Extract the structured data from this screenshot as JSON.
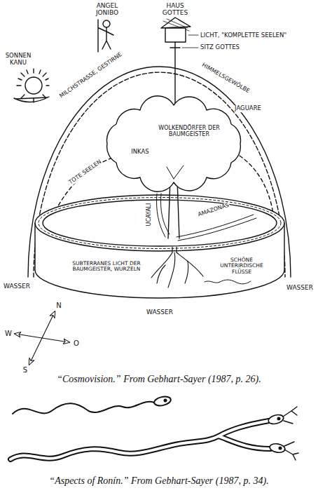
{
  "diagram": {
    "labels": [
      "ANGEL JONIBO",
      "HAUS GOTTES",
      "LICHT, \"KOMPLETTE SEELEN\"",
      "SITZ GOTTES",
      "SONNEN KANU",
      "MILCHSTRASSE, GESTIRNE",
      "HIMMELSGEWÖLBE",
      "JAGUARE",
      "WOLKENDÖRFER DER BAUMGEISTER",
      "INKAS",
      "TOTE SEELEN",
      "AMAZONAS",
      "UCAYALI",
      "WASSER",
      "WASSER",
      "SUBTERRANES LICHT DER BAUMGEISTER, WURZELN",
      "SCHÖNE UNTERIRDISCHE FLÜSSE",
      "WASSER",
      "N",
      "W",
      "O",
      "S",
      "“Cosmovision.” From Gebhart-Sayer (1987, p. 26).",
      "“Aspects of Ronín.” From Gebhart-Sayer (1987, p. 34)."
    ]
  }
}
